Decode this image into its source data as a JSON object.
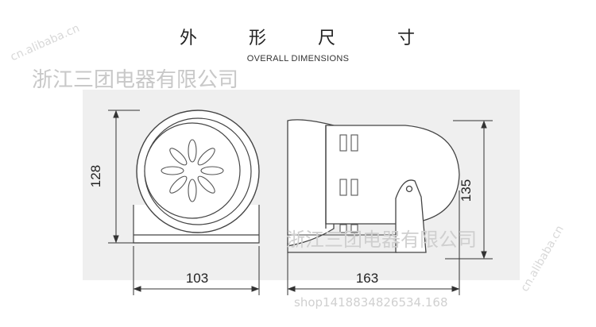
{
  "title": {
    "chars": [
      "外",
      "形",
      "尺",
      "寸"
    ],
    "english": "OVERALL DIMENSIONS"
  },
  "watermarks": {
    "company": "浙江三团电器有限公司",
    "shop": "shop1418834826534.168",
    "domain": "cn.alibaba.cn"
  },
  "dimensions": {
    "front_height": "128",
    "front_width": "103",
    "side_length": "163",
    "side_height": "135"
  }
}
